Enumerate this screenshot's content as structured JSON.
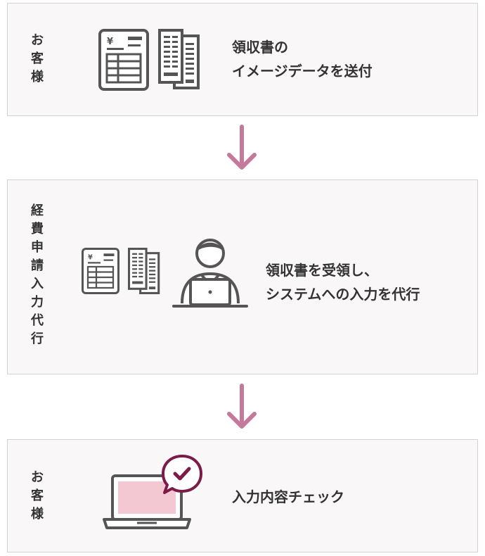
{
  "colors": {
    "accent": "#c4799a",
    "icon_gray": "#555555",
    "screen_pink": "#f3c8d2",
    "badge_maroon": "#7b1c48",
    "box_bg": "#f9f7f8",
    "box_border": "#d4d1d2"
  },
  "steps": [
    {
      "actor_chars": [
        "お",
        "客",
        "様"
      ],
      "description_lines": [
        "領収書の",
        "イメージデータを送付"
      ],
      "icons": [
        "invoice-document-icon",
        "receipt-stack-icon"
      ]
    },
    {
      "actor_chars": [
        "経",
        "費",
        "申",
        "請",
        "入",
        "力",
        "代",
        "行"
      ],
      "description_lines": [
        "領収書を受領し、",
        "システムへの入力を代行"
      ],
      "icons": [
        "invoice-document-icon",
        "receipt-stack-icon",
        "person-at-laptop-icon"
      ]
    },
    {
      "actor_chars": [
        "お",
        "客",
        "様"
      ],
      "description_lines": [
        "入力内容チェック"
      ],
      "icons": [
        "laptop-icon",
        "checkmark-badge-icon"
      ]
    }
  ],
  "connectors": [
    "down-arrow-icon",
    "down-arrow-icon"
  ]
}
